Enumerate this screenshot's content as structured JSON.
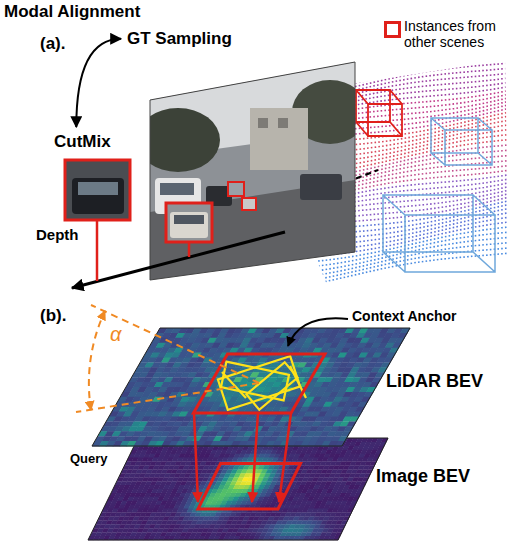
{
  "diagram": {
    "title": "Modal Alignment",
    "nodes": [
      {
        "text": [
          "GT Sampling"
        ]
      },
      {
        "text": [
          "CutMix"
        ]
      }
    ],
    "edges": [
      {
        "from": 0,
        "to": 1,
        "arrow": "both"
      }
    ],
    "labels": [
      "(a).",
      "Depth",
      "(b).",
      "Context Anchor",
      "LiDAR BEV",
      "Query",
      "Image BEV",
      "α"
    ],
    "legend": [
      {
        "text": "Instances from other scenes"
      }
    ]
  }
}
